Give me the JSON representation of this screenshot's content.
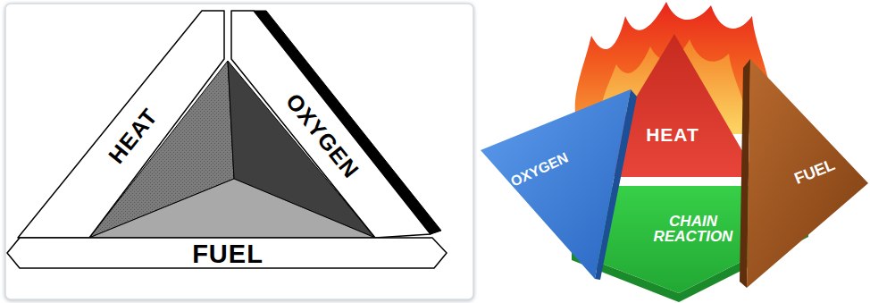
{
  "diagram": {
    "nodes": [
      {
        "text": [
          "HEAT"
        ]
      },
      {
        "text": [
          "OXYGEN"
        ]
      },
      {
        "text": [
          "FUEL"
        ]
      },
      {
        "text": [
          "OXYGEN"
        ]
      },
      {
        "text": [
          "HEAT"
        ]
      },
      {
        "text": [
          "FUEL"
        ]
      },
      {
        "text": [
          "CHAIN REACTION"
        ]
      }
    ]
  }
}
